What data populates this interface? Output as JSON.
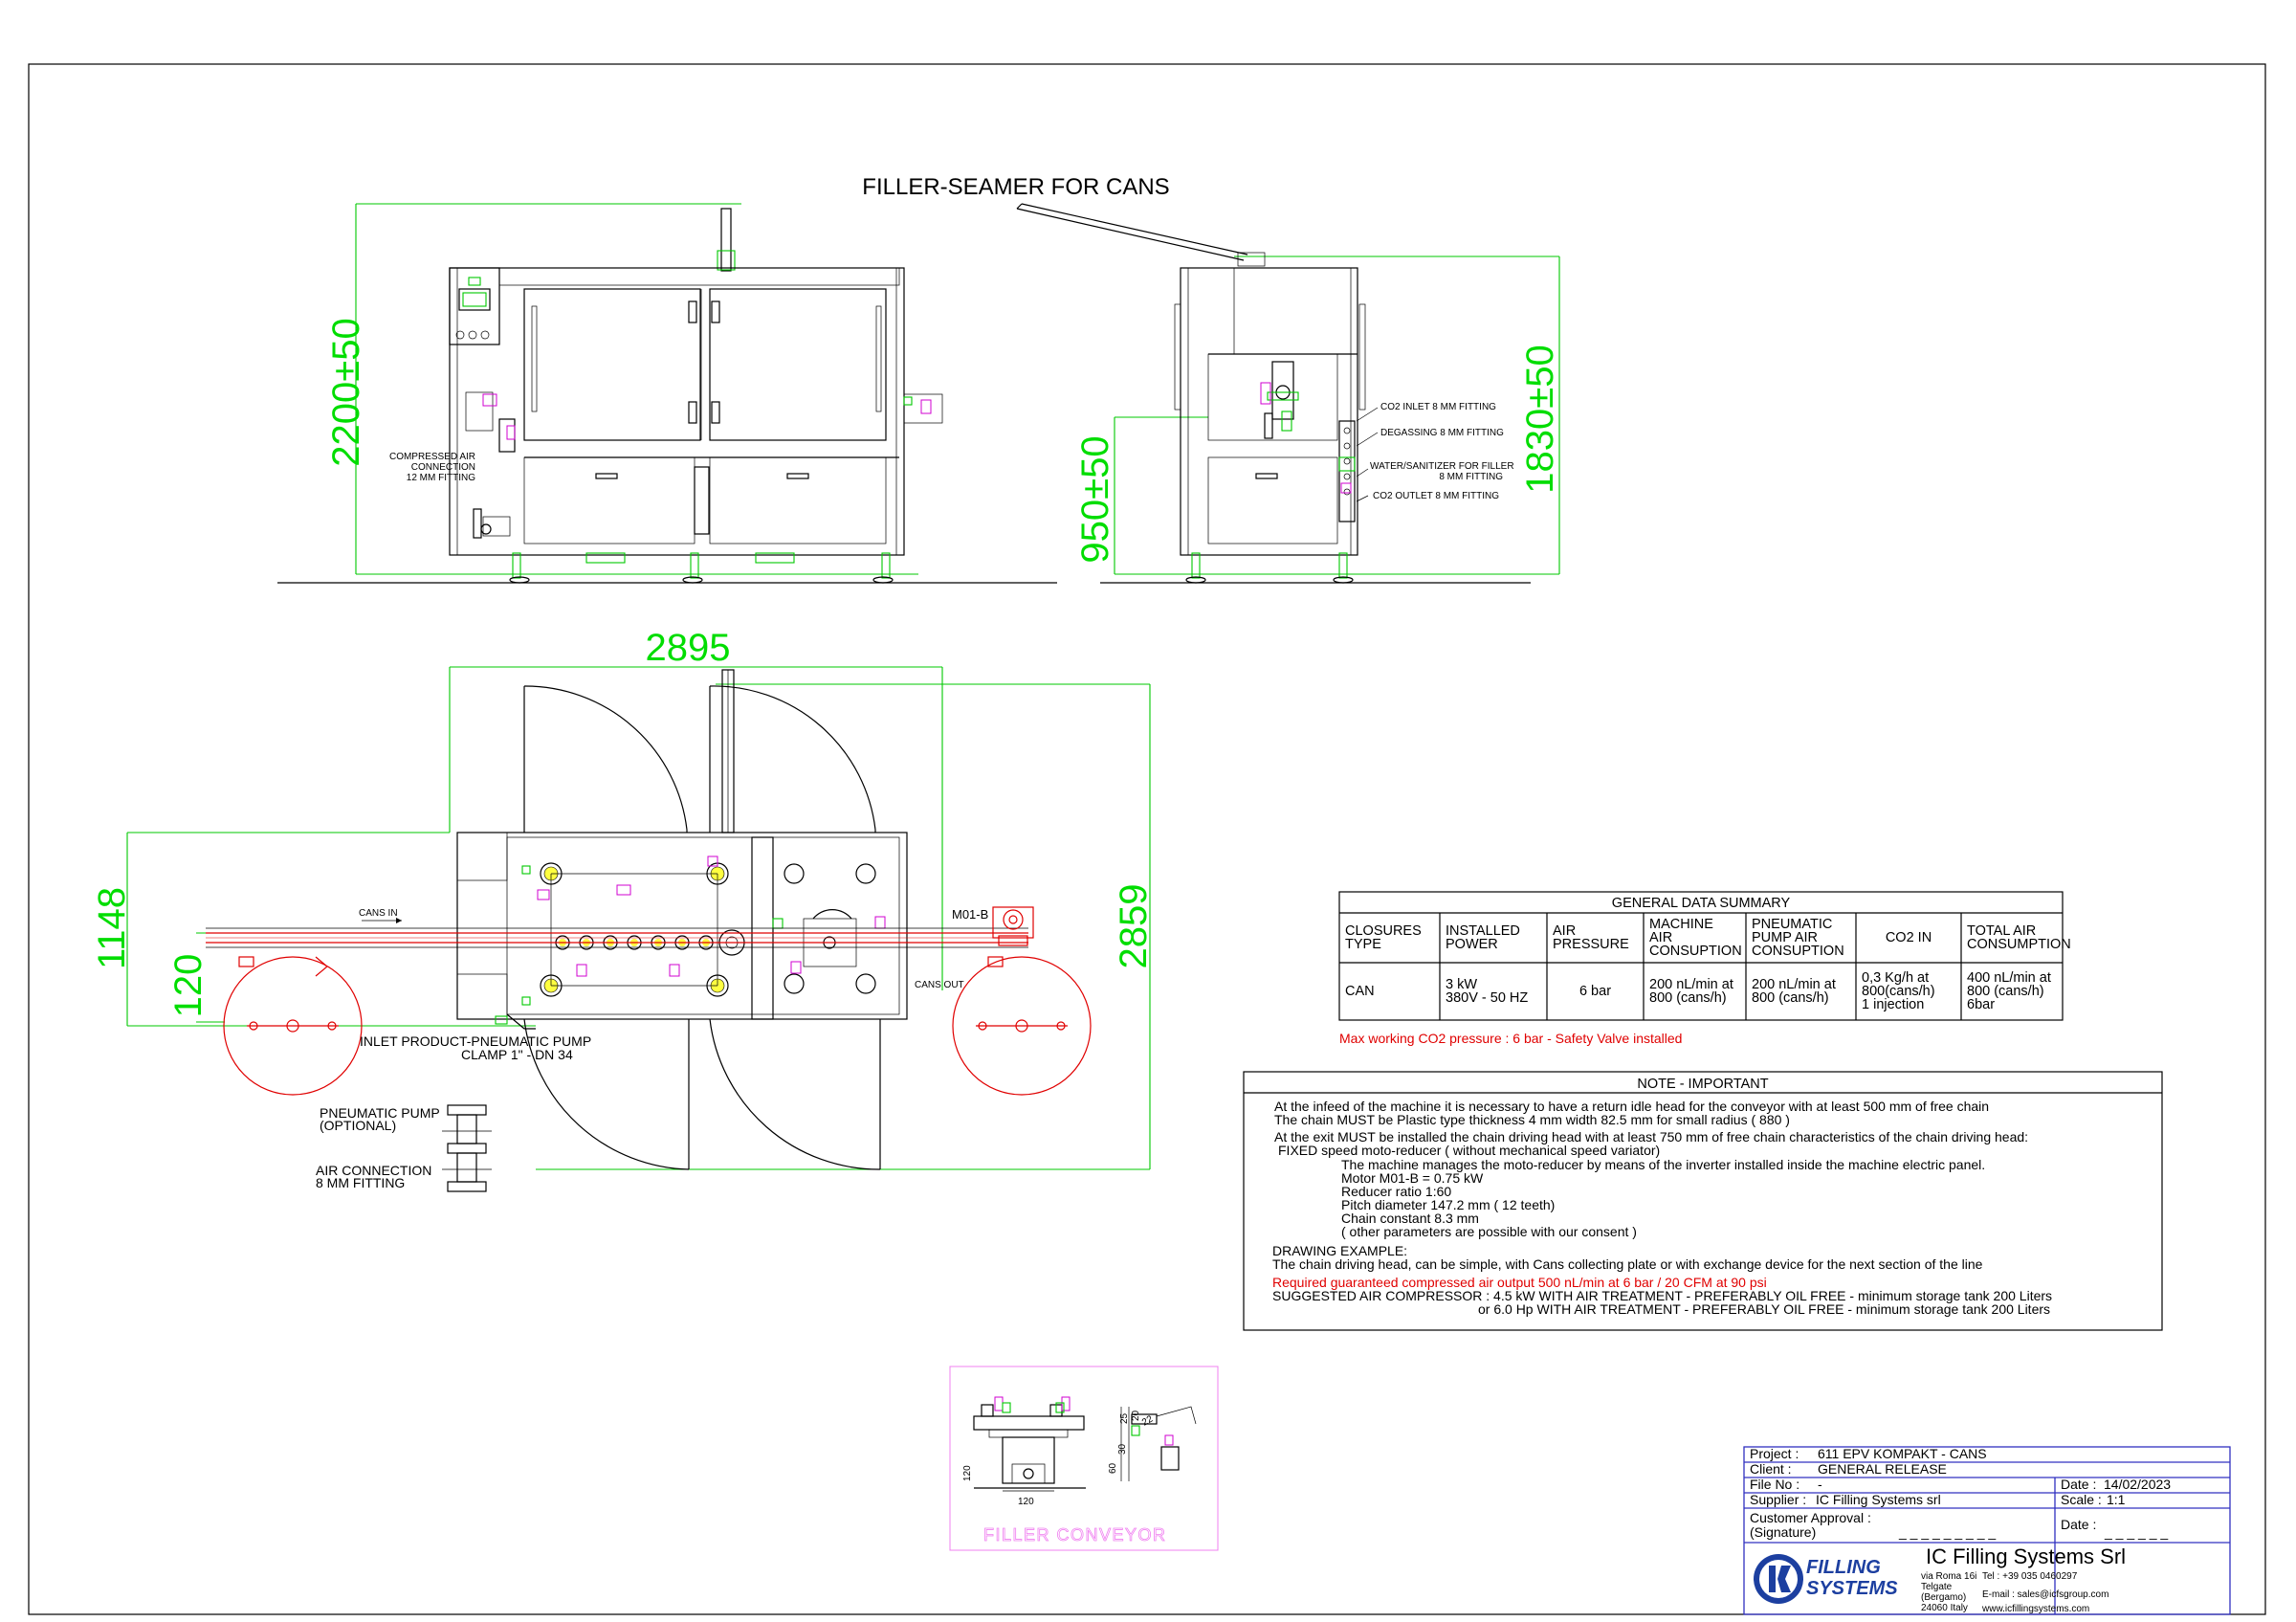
{
  "drawing_title": "FILLER-SEAMER FOR CANS",
  "dimensions": {
    "front_height": "2200±50",
    "side_lower_height": "950±50",
    "side_height": "1830±50",
    "plan_width": "2895",
    "plan_depth": "2859",
    "plan_inlet_depth": "1148",
    "plan_conveyor": "120"
  },
  "labels": {
    "compressed_air": [
      "COMPRESSED AIR",
      "CONNECTION",
      "12 MM FITTING"
    ],
    "co2_inlet": "CO2 INLET 8 MM FITTING",
    "degassing": "DEGASSING 8 MM FITTING",
    "water_sanitizer": [
      "WATER/SANITIZER FOR FILLER",
      "8 MM FITTING"
    ],
    "co2_outlet": "CO2 OUTLET 8 MM FITTING",
    "cans_in": "CANS IN",
    "cans_out": "CANS OUT",
    "motor": "M01-B",
    "inlet_product": [
      "INLET PRODUCT-PNEUMATIC PUMP",
      "CLAMP 1\" - DN 34"
    ],
    "pneumatic_pump": [
      "PNEUMATIC PUMP",
      "(OPTIONAL)"
    ],
    "air_connection": [
      "AIR CONNECTION",
      "8 MM FITTING"
    ]
  },
  "general_data": {
    "title": "GENERAL DATA SUMMARY",
    "headers": [
      [
        "CLOSURES",
        "TYPE"
      ],
      [
        "INSTALLED",
        "POWER"
      ],
      [
        "AIR",
        "PRESSURE"
      ],
      [
        "MACHINE",
        "AIR",
        "CONSUPTION"
      ],
      [
        "PNEUMATIC",
        "PUMP AIR",
        "CONSUPTION"
      ],
      [
        "CO2 IN"
      ],
      [
        "TOTAL AIR",
        "CONSUMPTION"
      ]
    ],
    "row": [
      [
        "CAN"
      ],
      [
        "3 kW",
        "380V - 50 HZ"
      ],
      [
        "6 bar"
      ],
      [
        "200 nL/min at",
        "800 (cans/h)"
      ],
      [
        "200 nL/min at",
        "800 (cans/h)"
      ],
      [
        "0,3 Kg/h at",
        "800(cans/h)",
        "1 injection"
      ],
      [
        "400 nL/min at",
        "800 (cans/h)",
        "6bar"
      ]
    ],
    "warning": "Max working CO2 pressure : 6 bar - Safety Valve installed",
    "warning_color": "#e00000"
  },
  "note": {
    "title": "NOTE - IMPORTANT",
    "lines": [
      "At the infeed of the machine it is necessary to have a return idle head for the conveyor with at least 500 mm of free chain",
      "The chain MUST be Plastic type thickness 4 mm width 82.5 mm for small radius ( 880 )",
      "At the exit MUST be installed the chain driving head with at least 750 mm of free chain characteristics of the chain driving head:",
      "FIXED speed moto-reducer ( without mechanical speed variator)",
      "The machine manages the moto-reducer by means of the inverter installed inside the machine electric panel.",
      "Motor M01-B = 0.75 kW",
      "Reducer ratio 1:60",
      "Pitch diameter 147.2 mm ( 12 teeth)",
      "Chain constant 8.3 mm",
      "( other parameters are possible with our consent )",
      "DRAWING EXAMPLE:",
      "The chain driving head, can be simple, with Cans collecting plate or with exchange device for the next section of the line",
      "Required guaranteed compressed air output 500 nL/min at 6 bar / 20 CFM at 90 psi",
      "SUGGESTED AIR COMPRESSOR : 4.5 kW WITH AIR TREATMENT - PREFERABLY OIL FREE - minimum storage tank 200 Liters",
      "or 6.0 Hp WITH AIR TREATMENT - PREFERABLY OIL FREE - minimum storage tank 200 Liters"
    ]
  },
  "conveyor_detail": {
    "title": "FILLER CONVEYOR",
    "dims": [
      "120",
      "120",
      "60",
      "30",
      "25",
      "20",
      "22"
    ]
  },
  "title_block": {
    "project_label": "Project :",
    "project": "611 EPV KOMPAKT - CANS",
    "client_label": "Client :",
    "client": "GENERAL RELEASE",
    "file_label": "File No :",
    "file": "-",
    "date_label": "Date :",
    "date": "14/02/2023",
    "supplier_label": "Supplier :",
    "supplier": "IC Filling Systems srl",
    "scale_label": "Scale :",
    "scale": "1:1",
    "approval_label": "Customer Approval :",
    "signature_label": "(Signature)",
    "approval_blank": "_ _ _ _ _ _ _ _ _",
    "date2_label": "Date :",
    "date2_blank": "_ _ _ _ _ _",
    "company": "IC Filling Systems Srl",
    "logo_text": [
      "FILLING",
      "SYSTEMS"
    ],
    "address": [
      "via Roma 16i",
      "Telgate",
      "(Bergamo)",
      "24060 Italy"
    ],
    "tel": "Tel : +39 035 0460297",
    "email": "E-mail : sales@icfsgroup.com",
    "web": "www.icfillingsystems.com"
  }
}
